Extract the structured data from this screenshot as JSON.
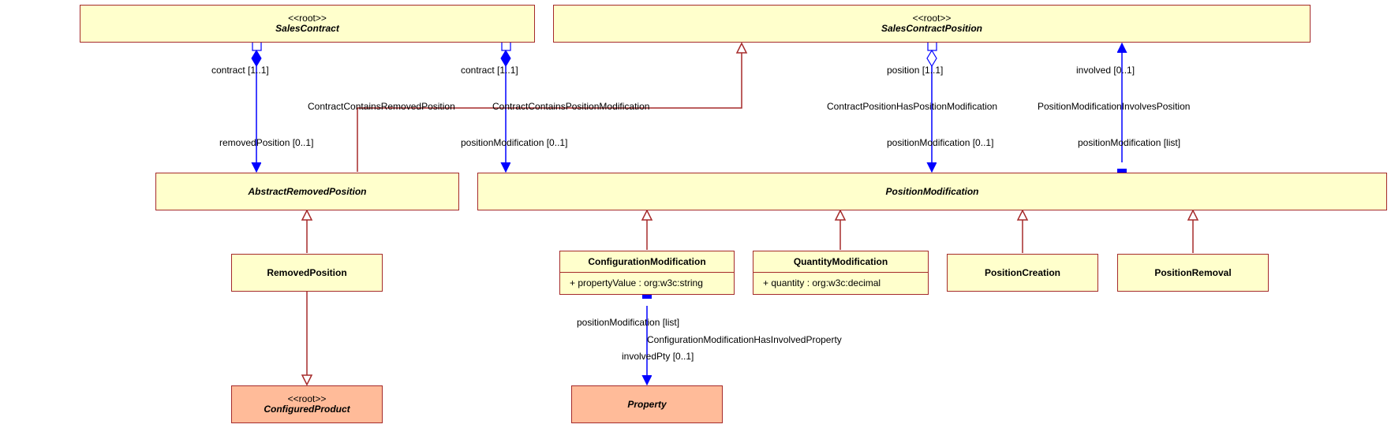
{
  "colors": {
    "class_fill": "#ffffcc",
    "external_fill": "#ffbb99",
    "class_border": "#a52a2a",
    "generalization_line": "#a52a2a",
    "association_line": "#0000ff"
  },
  "classes": {
    "sales_contract": {
      "stereotype": "<<root>>",
      "name": "SalesContract"
    },
    "sales_contract_position": {
      "stereotype": "<<root>>",
      "name": "SalesContractPosition"
    },
    "abstract_removed_position": {
      "name": "AbstractRemovedPosition"
    },
    "position_modification": {
      "name": "PositionModification"
    },
    "removed_position": {
      "name": "RemovedPosition"
    },
    "configuration_modification": {
      "name": "ConfigurationModification",
      "attribute": "+ propertyValue : org:w3c:string"
    },
    "quantity_modification": {
      "name": "QuantityModification",
      "attribute": "+ quantity : org:w3c:decimal"
    },
    "position_creation": {
      "name": "PositionCreation"
    },
    "position_removal": {
      "name": "PositionRemoval"
    },
    "configured_product": {
      "stereotype": "<<root>>",
      "name": "ConfiguredProduct"
    },
    "property": {
      "name": "Property"
    }
  },
  "associations": {
    "contract_contains_removed_position": {
      "name": "ContractContainsRemovedPosition",
      "source_role": "contract [1..1]",
      "target_role": "removedPosition [0..1]"
    },
    "contract_contains_position_modification": {
      "name": "ContractContainsPositionModification",
      "source_role": "contract [1..1]",
      "target_role": "positionModification [0..1]"
    },
    "contract_position_has_position_modification": {
      "name": "ContractPositionHasPositionModification",
      "source_role": "position [1..1]",
      "target_role": "positionModification [0..1]"
    },
    "position_modification_involves_position": {
      "name": "PositionModificationInvolvesPosition",
      "source_role": "involved [0..1]",
      "target_role": "positionModification [list]"
    },
    "configuration_modification_has_involved_property": {
      "name": "ConfigurationModificationHasInvolvedProperty",
      "source_role": "positionModification [list]",
      "target_role": "involvedPty [0..1]"
    }
  }
}
